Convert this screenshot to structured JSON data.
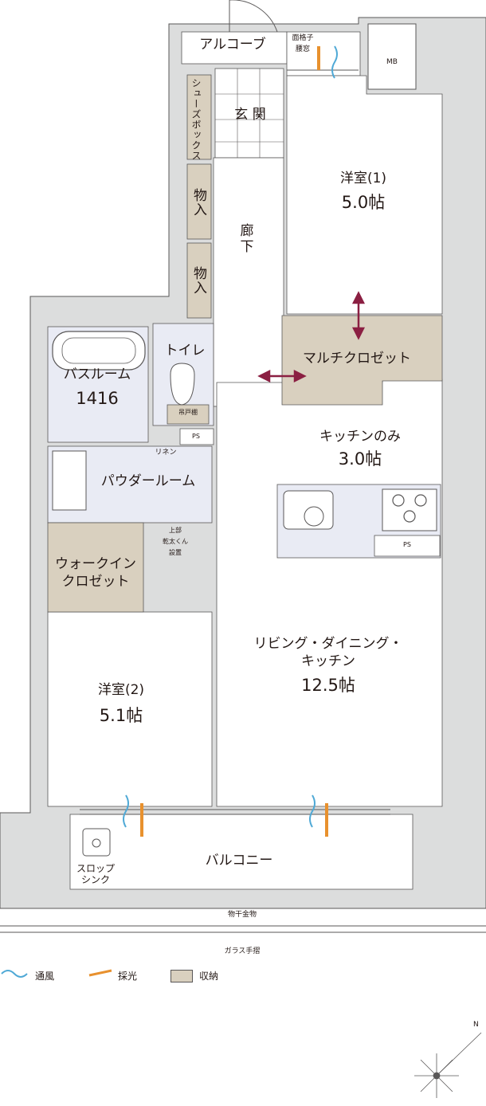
{
  "rooms": {
    "alcove": "アルコーブ",
    "lattice_window": [
      "面格子",
      "腰窓"
    ],
    "mb": "MB",
    "shoe_box": "シューズボックス",
    "entrance": "玄 関",
    "storage1": "物入",
    "storage2": "物入",
    "hallway": [
      "廊",
      "下"
    ],
    "western1_name": "洋室(1)",
    "western1_size": "5.0帖",
    "multi_closet": "マルチクロゼット",
    "toilet": "トイレ",
    "hanging_shelf": "吊戸棚",
    "bathroom_name": "バスルーム",
    "bathroom_size": "1416",
    "ps": "PS",
    "linen": "リネン",
    "powder_room": "パウダールーム",
    "dryer": [
      "上部",
      "乾太くん",
      "設置"
    ],
    "kitchen_only_name": "キッチンのみ",
    "kitchen_only_size": "3.0帖",
    "kitchen_ps": "PS",
    "walkin": [
      "ウォークイン",
      "クロゼット"
    ],
    "ldk_name": [
      "リビング・ダイニング・",
      "キッチン"
    ],
    "ldk_size": "12.5帖",
    "western2_name": "洋室(2)",
    "western2_size": "5.1帖",
    "slop_sink": [
      "スロップ",
      "シンク"
    ],
    "balcony": "バルコニー",
    "laundry_hanger": "物干金物",
    "glass_railing": "ガラス手摺"
  },
  "legend": [
    {
      "label": "通風",
      "color": "#4fa9d6",
      "icon": "wave-icon"
    },
    {
      "label": "採光",
      "color": "#e8912e",
      "icon": "light-icon"
    },
    {
      "label": "収納",
      "color": "#d9d0bf",
      "icon": "storage-swatch"
    }
  ],
  "compass": {
    "label": "N"
  },
  "colors": {
    "wall": "#dcdddd",
    "wall_line": "#595757",
    "storage": "#d9d0bf",
    "wet": "#e9ebf4",
    "door_arrow": "#8b1f42",
    "light": "#e8912e",
    "wind": "#4fa9d6"
  }
}
